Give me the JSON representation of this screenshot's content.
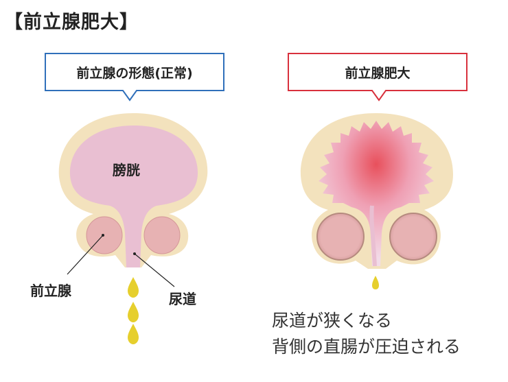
{
  "title": "【前立腺肥大】",
  "normal": {
    "callout": "前立腺の形態(正常)",
    "bladder_label": "膀胱",
    "prostate_label": "前立腺",
    "urethra_label": "尿道"
  },
  "enlarged": {
    "callout": "前立腺肥大"
  },
  "notes": [
    "尿道が狭くなる",
    "背側の直腸が圧迫される"
  ],
  "colors": {
    "normal_border": "#2f6fba",
    "enlarged_border": "#d8303c",
    "bladder": "#e9bfd2",
    "tissue": "#f3e2bd",
    "prostate": "#e7b2b3",
    "urine": "#e6cf2d",
    "inflamed": "#e8505c"
  }
}
